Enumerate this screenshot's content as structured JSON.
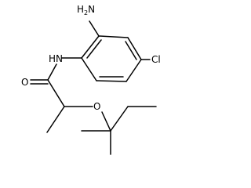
{
  "molecule": {
    "labels": {
      "amine": "H2N",
      "amine_prefix": "H",
      "amine_subscript": "2",
      "amine_suffix": "N",
      "amide_nh": "HN",
      "chloro": "Cl",
      "carbonyl_o": "O",
      "ether_o": "O"
    }
  },
  "colors": {
    "bond": "#000000",
    "text": "#000000",
    "background": "#ffffff"
  }
}
